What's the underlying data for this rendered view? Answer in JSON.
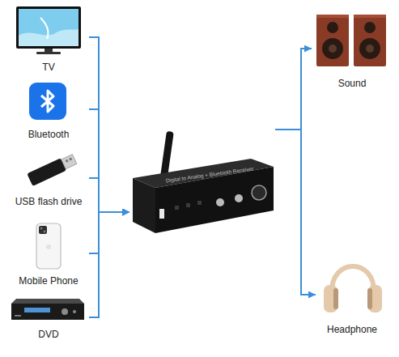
{
  "diagram": {
    "nodes": [
      {
        "text": [
          "TV"
        ]
      },
      {
        "text": [
          "Bluetooth"
        ]
      },
      {
        "text": [
          "USB flash drive"
        ]
      },
      {
        "text": [
          "Mobile Phone"
        ]
      },
      {
        "text": [
          "DVD"
        ]
      },
      {
        "text": [
          "Digital to Analog + Bluetooth Receiver"
        ]
      },
      {
        "text": [
          "Sound"
        ]
      },
      {
        "text": [
          "Headphone"
        ]
      }
    ],
    "edges": [
      {
        "from": 0,
        "to": 5,
        "arrow": "to"
      },
      {
        "from": 1,
        "to": 5,
        "arrow": "to"
      },
      {
        "from": 2,
        "to": 5,
        "arrow": "to"
      },
      {
        "from": 3,
        "to": 5,
        "arrow": "to"
      },
      {
        "from": 4,
        "to": 5,
        "arrow": "to"
      },
      {
        "from": 5,
        "to": 6,
        "arrow": "to"
      },
      {
        "from": 5,
        "to": 7,
        "arrow": "to"
      }
    ]
  }
}
